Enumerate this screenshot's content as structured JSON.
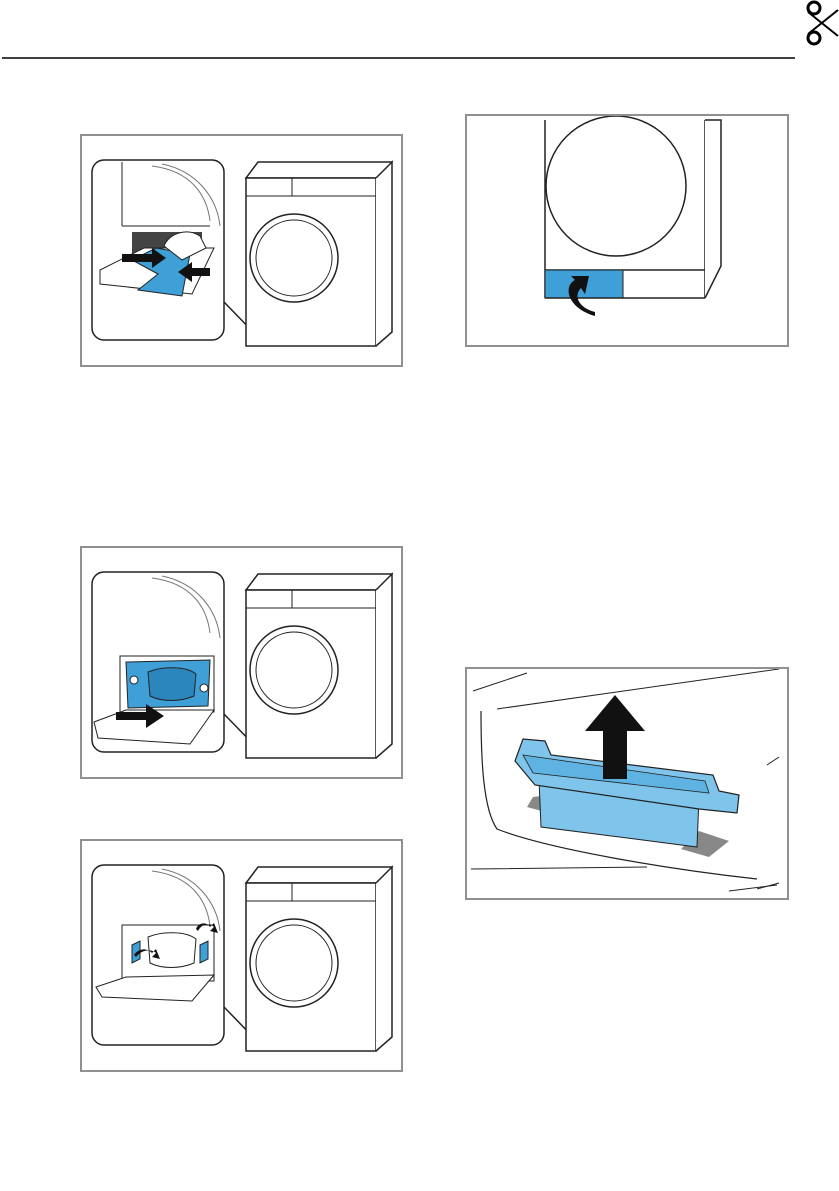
{
  "page": {
    "figures": [
      {
        "id": "fig1",
        "icon": "dryer-pull-filter-drawer-icon"
      },
      {
        "id": "fig2",
        "icon": "dryer-open-maintenance-flap-icon"
      },
      {
        "id": "fig3",
        "icon": "dryer-insert-filter-icon"
      },
      {
        "id": "fig4",
        "icon": "dryer-close-filter-lock-icon"
      },
      {
        "id": "fig5",
        "icon": "lift-filter-container-icon"
      }
    ],
    "colors": {
      "accent_blue": "#3ea0d6",
      "accent_blue_light": "#7fc4ea",
      "frame_gray": "#909090",
      "line": "#222222"
    }
  }
}
